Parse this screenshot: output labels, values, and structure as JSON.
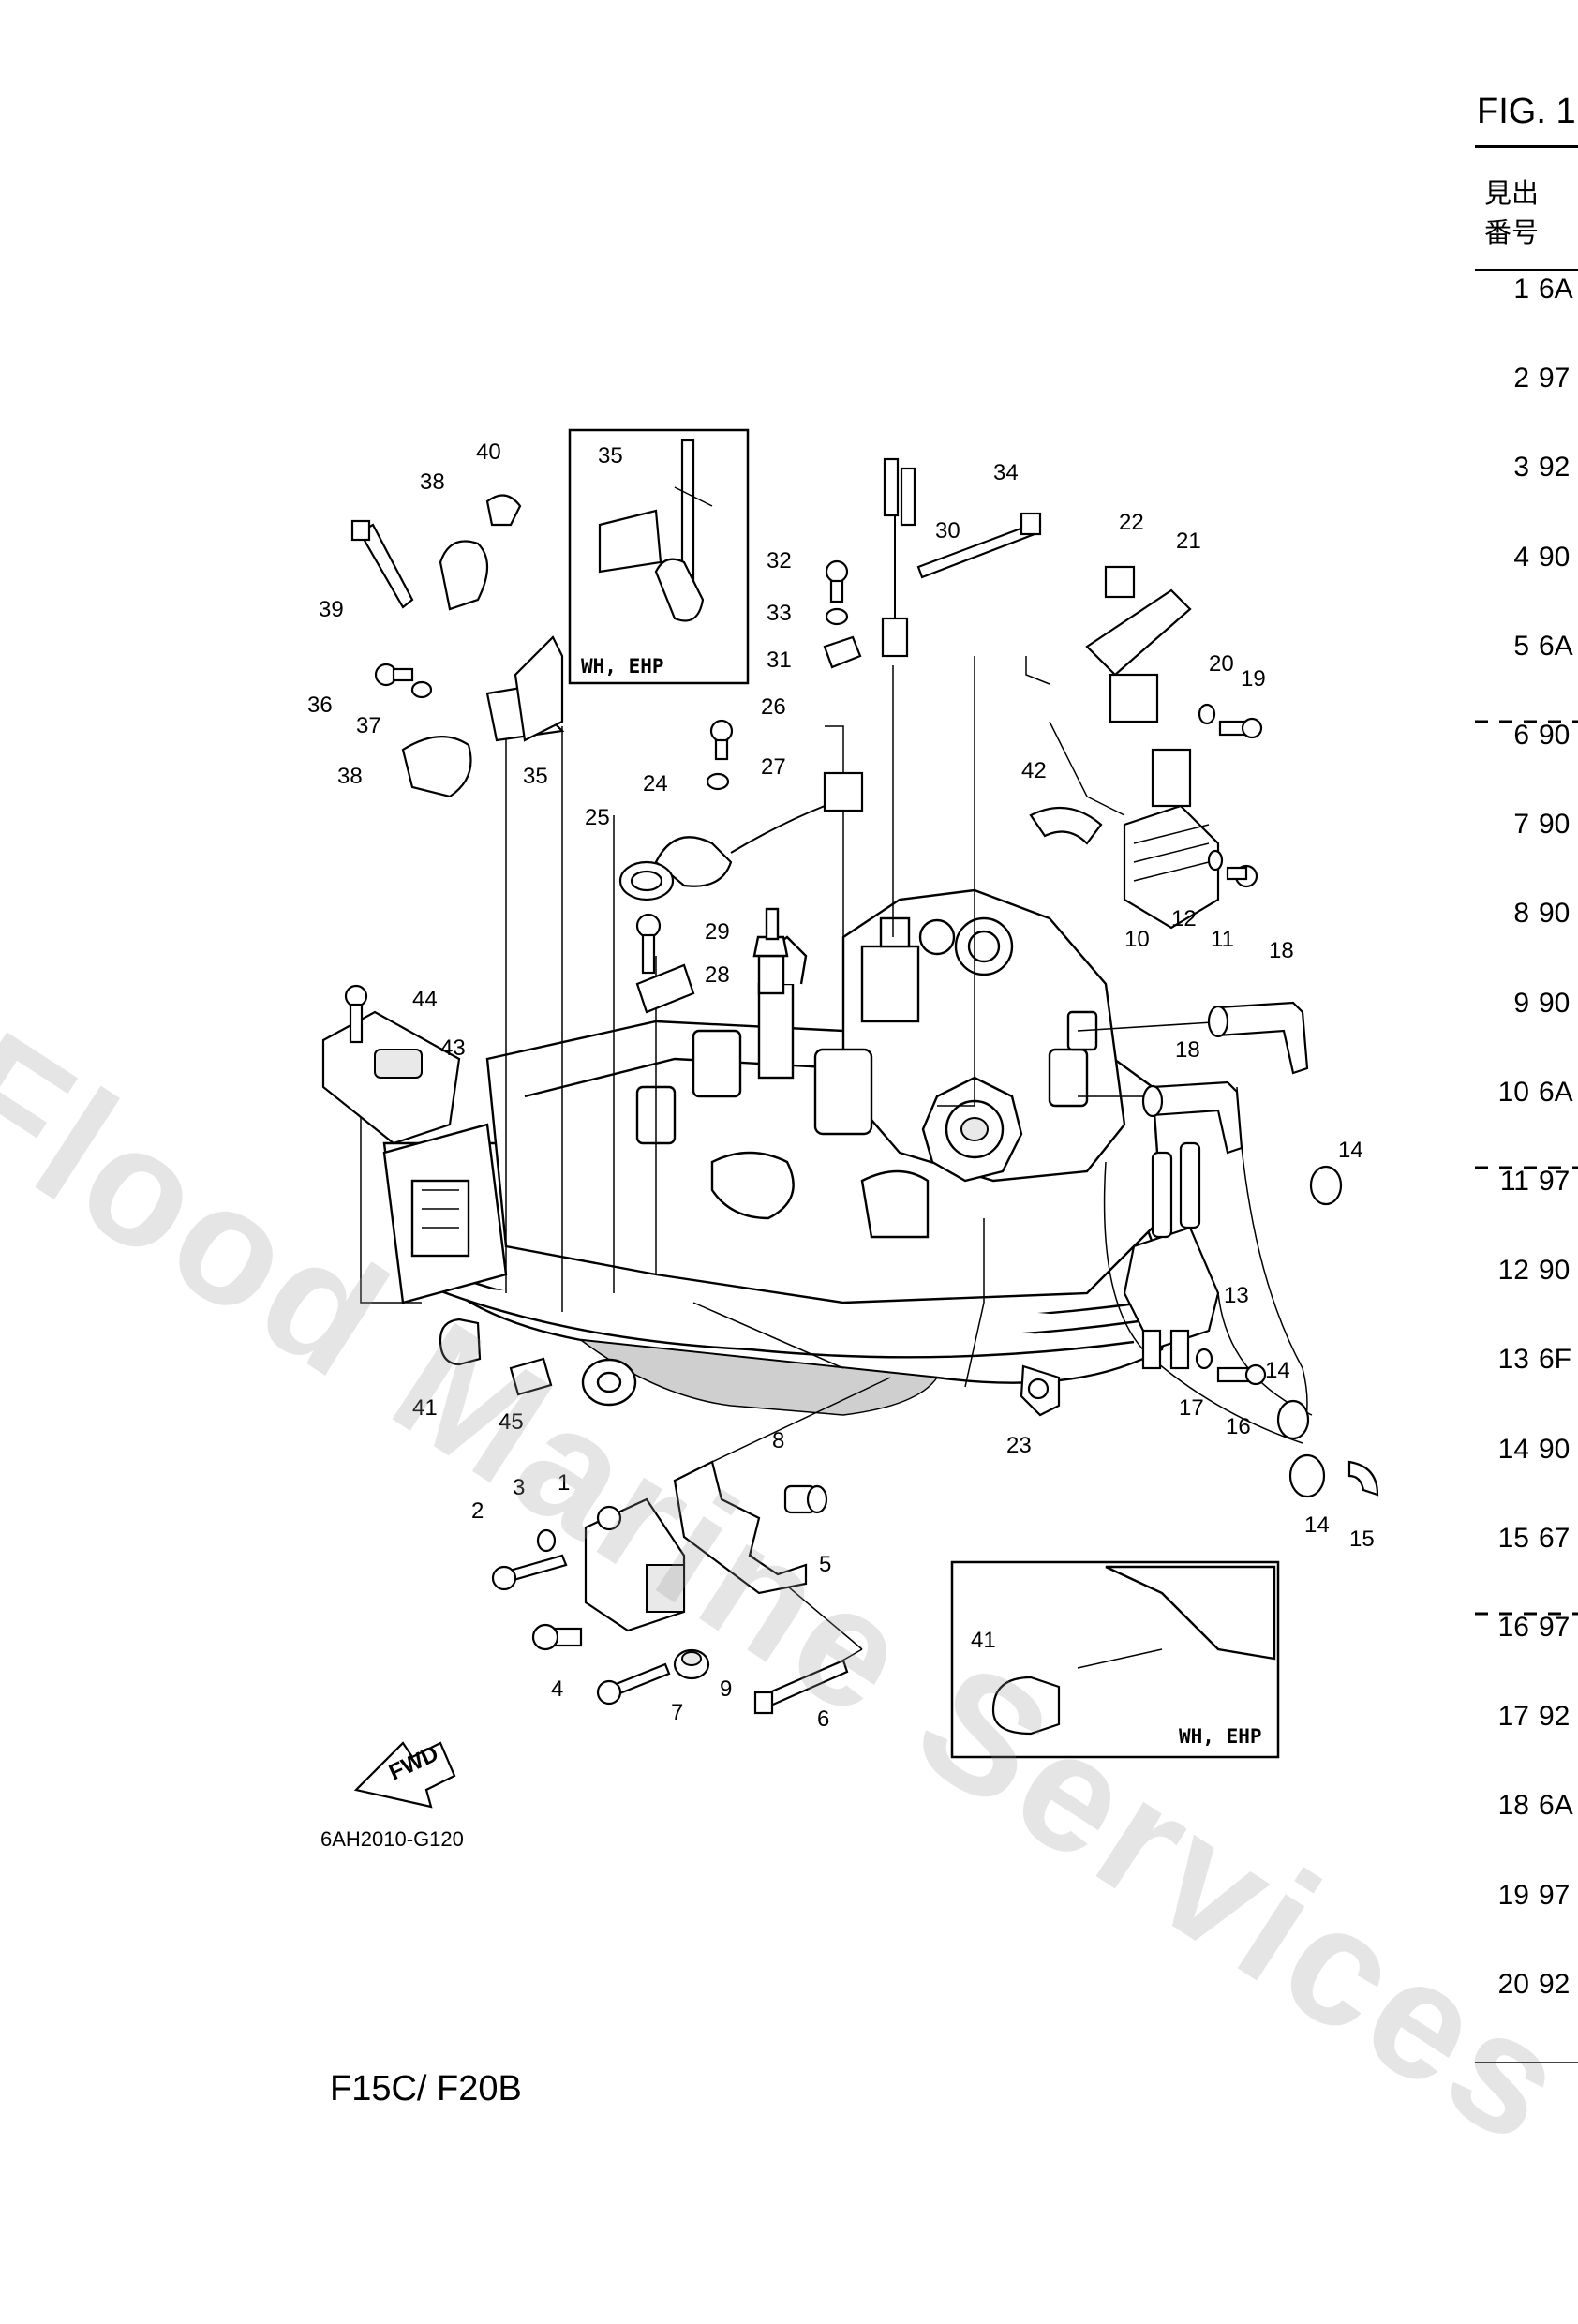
{
  "figure": {
    "title": "FIG. 1"
  },
  "table": {
    "header": "見出\n番号",
    "rows": [
      {
        "no": "1",
        "part": "6A"
      },
      {
        "no": "2",
        "part": "97"
      },
      {
        "no": "3",
        "part": "92"
      },
      {
        "no": "4",
        "part": "90"
      },
      {
        "no": "5",
        "part": "6A"
      },
      {
        "no": "6",
        "part": "90"
      },
      {
        "no": "7",
        "part": "90"
      },
      {
        "no": "8",
        "part": "90"
      },
      {
        "no": "9",
        "part": "90"
      },
      {
        "no": "10",
        "part": "6A"
      },
      {
        "no": "11",
        "part": "97"
      },
      {
        "no": "12",
        "part": "90"
      },
      {
        "no": "13",
        "part": "6F"
      },
      {
        "no": "14",
        "part": "90"
      },
      {
        "no": "15",
        "part": "67"
      },
      {
        "no": "16",
        "part": "97"
      },
      {
        "no": "17",
        "part": "92"
      },
      {
        "no": "18",
        "part": "6A"
      },
      {
        "no": "19",
        "part": "97"
      },
      {
        "no": "20",
        "part": "92"
      }
    ]
  },
  "diagram": {
    "code": "6AH2010-G120",
    "model": "F15C/ F20B",
    "direction_label": "FWD",
    "inset_label": "WH, EHP",
    "callouts": [
      "1",
      "2",
      "3",
      "4",
      "5",
      "6",
      "7",
      "8",
      "9",
      "10",
      "11",
      "12",
      "13",
      "14",
      "14",
      "14",
      "15",
      "16",
      "17",
      "18",
      "18",
      "19",
      "20",
      "21",
      "22",
      "23",
      "24",
      "25",
      "26",
      "27",
      "28",
      "29",
      "30",
      "31",
      "32",
      "33",
      "34",
      "35",
      "35",
      "36",
      "37",
      "38",
      "38",
      "39",
      "40",
      "41",
      "41",
      "42",
      "43",
      "44",
      "45"
    ]
  },
  "watermark": "Flood Marine Services"
}
